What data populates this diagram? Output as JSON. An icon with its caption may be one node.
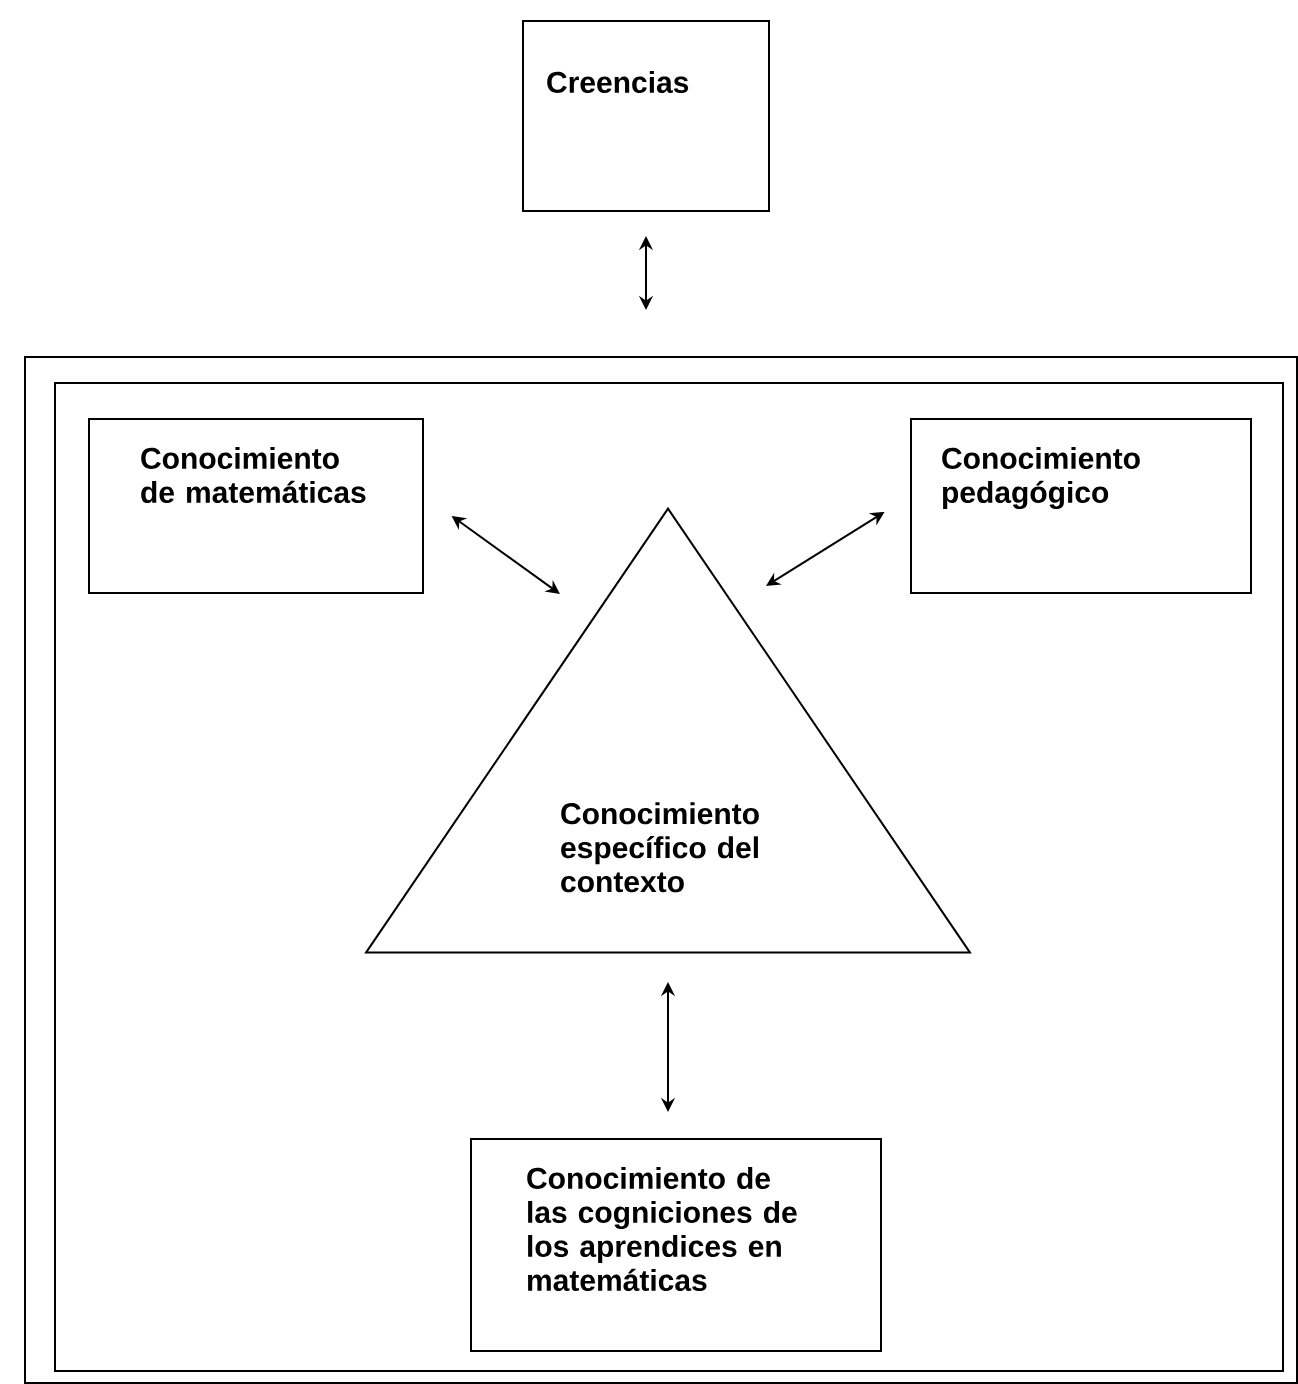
{
  "diagram": {
    "nodes": [
      {
        "text": [
          "Creencias"
        ]
      },
      {
        "text": [],
        "shape": "box"
      },
      {
        "text": [],
        "shape": "box",
        "in": 1
      },
      {
        "text": [
          "Conocimiento de matemáticas"
        ],
        "in": 2
      },
      {
        "text": [
          "Conocimiento pedagógico"
        ],
        "in": 2
      },
      {
        "text": [
          "Conocimiento específico del contexto"
        ],
        "in": 2
      },
      {
        "text": [
          "Conocimiento de las cogniciones de los aprendices en matemáticas"
        ],
        "in": 2
      }
    ],
    "edges": [
      {
        "from": 0,
        "to": 1,
        "arrow": "both"
      },
      {
        "from": 3,
        "to": 5,
        "arrow": "both"
      },
      {
        "from": 4,
        "to": 5,
        "arrow": "both"
      },
      {
        "from": 5,
        "to": 6,
        "arrow": "both"
      }
    ]
  }
}
